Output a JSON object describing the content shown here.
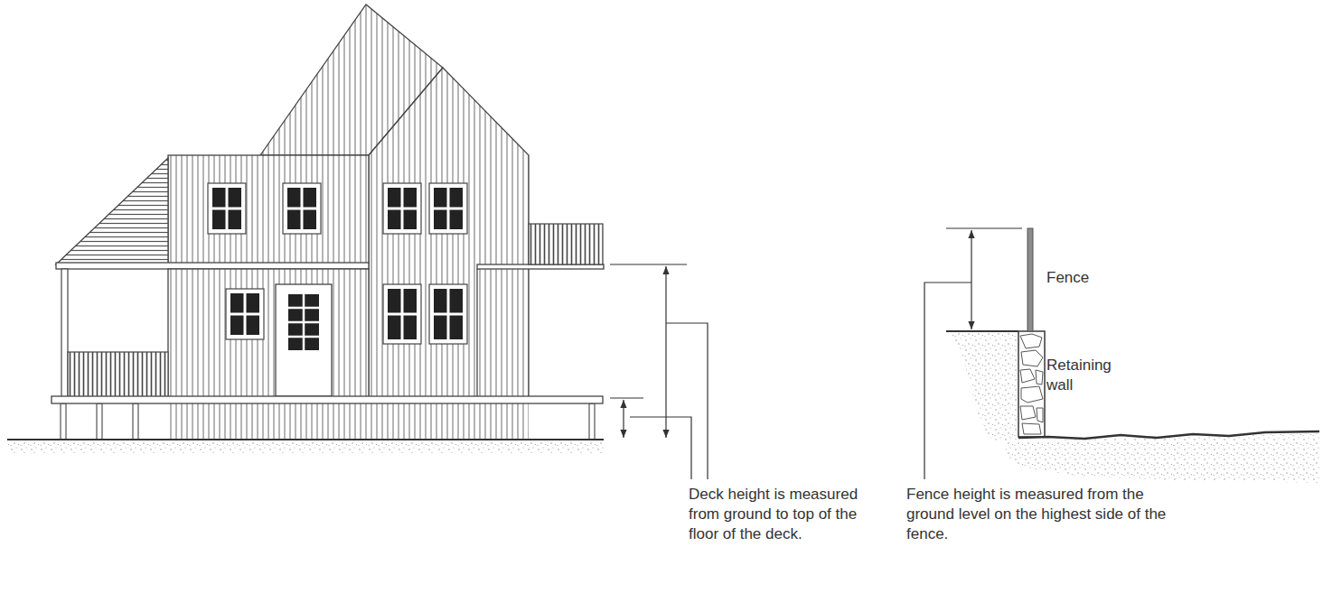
{
  "diagram": {
    "labels": [
      "Fence",
      "Retaining wall",
      "Deck height is measured from ground to top of the floor of the deck.",
      "Fence height is measured from the ground level on the highest side of the fence."
    ]
  }
}
